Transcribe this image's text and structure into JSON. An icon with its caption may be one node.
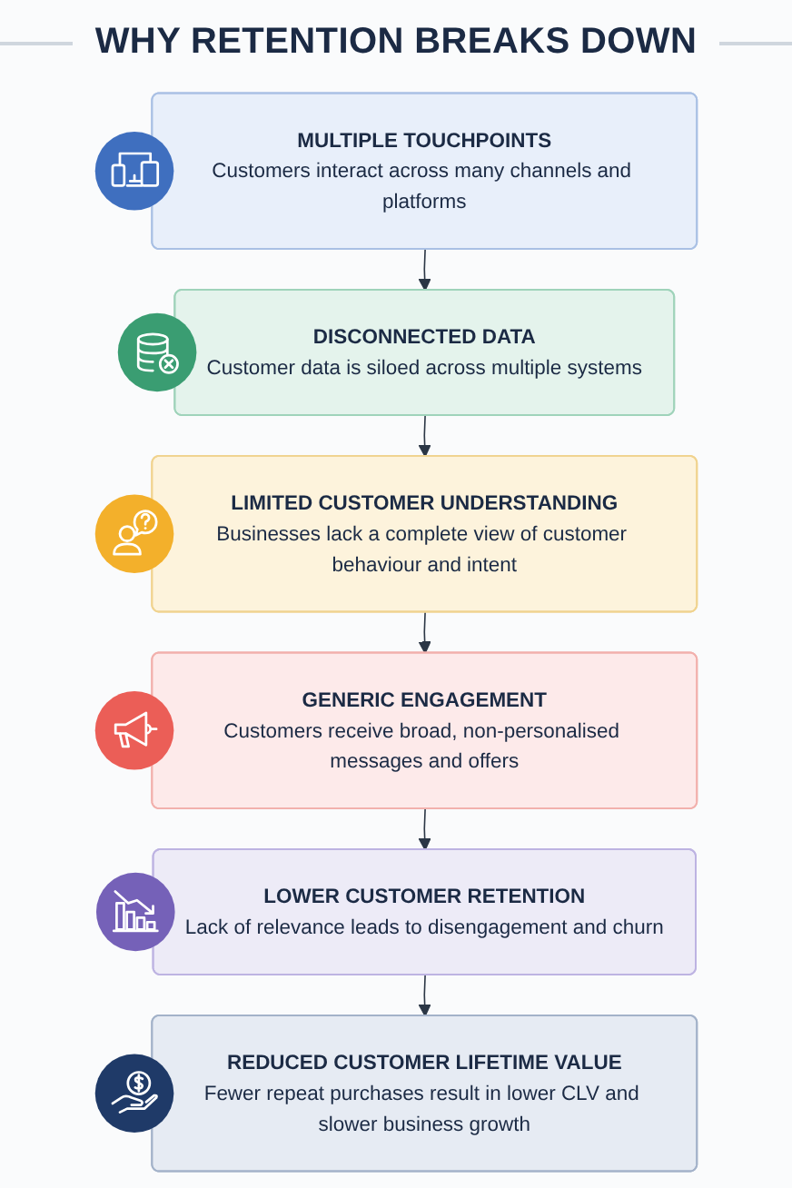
{
  "diagram": {
    "title": "WHY RETENTION BREAKS DOWN",
    "nodes": [
      {
        "text": [
          "MULTIPLE TOUCHPOINTS",
          "Customers interact across many channels and platforms"
        ]
      },
      {
        "text": [
          "DISCONNECTED DATA",
          "Customer data is siloed across multiple systems"
        ]
      },
      {
        "text": [
          "LIMITED CUSTOMER UNDERSTANDING",
          "Businesses lack a complete view of customer behaviour and intent"
        ]
      },
      {
        "text": [
          "GENERIC ENGAGEMENT",
          "Customers receive broad, non-personalised messages and offers"
        ]
      },
      {
        "text": [
          "LOWER CUSTOMER RETENTION",
          "Lack of relevance leads to disengagement and churn"
        ]
      },
      {
        "text": [
          "REDUCED CUSTOMER LIFETIME VALUE",
          "Fewer repeat purchases result in lower CLV and slower business growth"
        ]
      }
    ],
    "edges": [
      {
        "from": 0,
        "to": 1,
        "arrow": "to"
      },
      {
        "from": 1,
        "to": 2,
        "arrow": "to"
      },
      {
        "from": 2,
        "to": 3,
        "arrow": "to"
      },
      {
        "from": 3,
        "to": 4,
        "arrow": "to"
      },
      {
        "from": 4,
        "to": 5,
        "arrow": "to"
      }
    ]
  }
}
